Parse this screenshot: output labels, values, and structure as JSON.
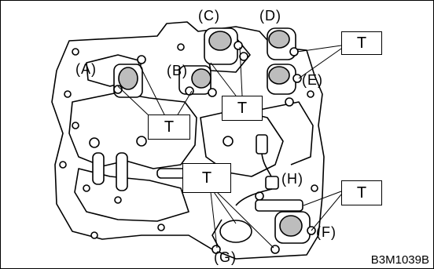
{
  "labels": {
    "A": "(A)",
    "B": "(B)",
    "C": "(C)",
    "D": "(D)",
    "E": "(E)",
    "F": "(F)",
    "G": "(G)",
    "H": "(H)"
  },
  "torque_marker": "T",
  "figure_code": "B3M1039B",
  "colors": {
    "line": "#000000",
    "background": "#ffffff",
    "shade": "#bdbdbd"
  }
}
